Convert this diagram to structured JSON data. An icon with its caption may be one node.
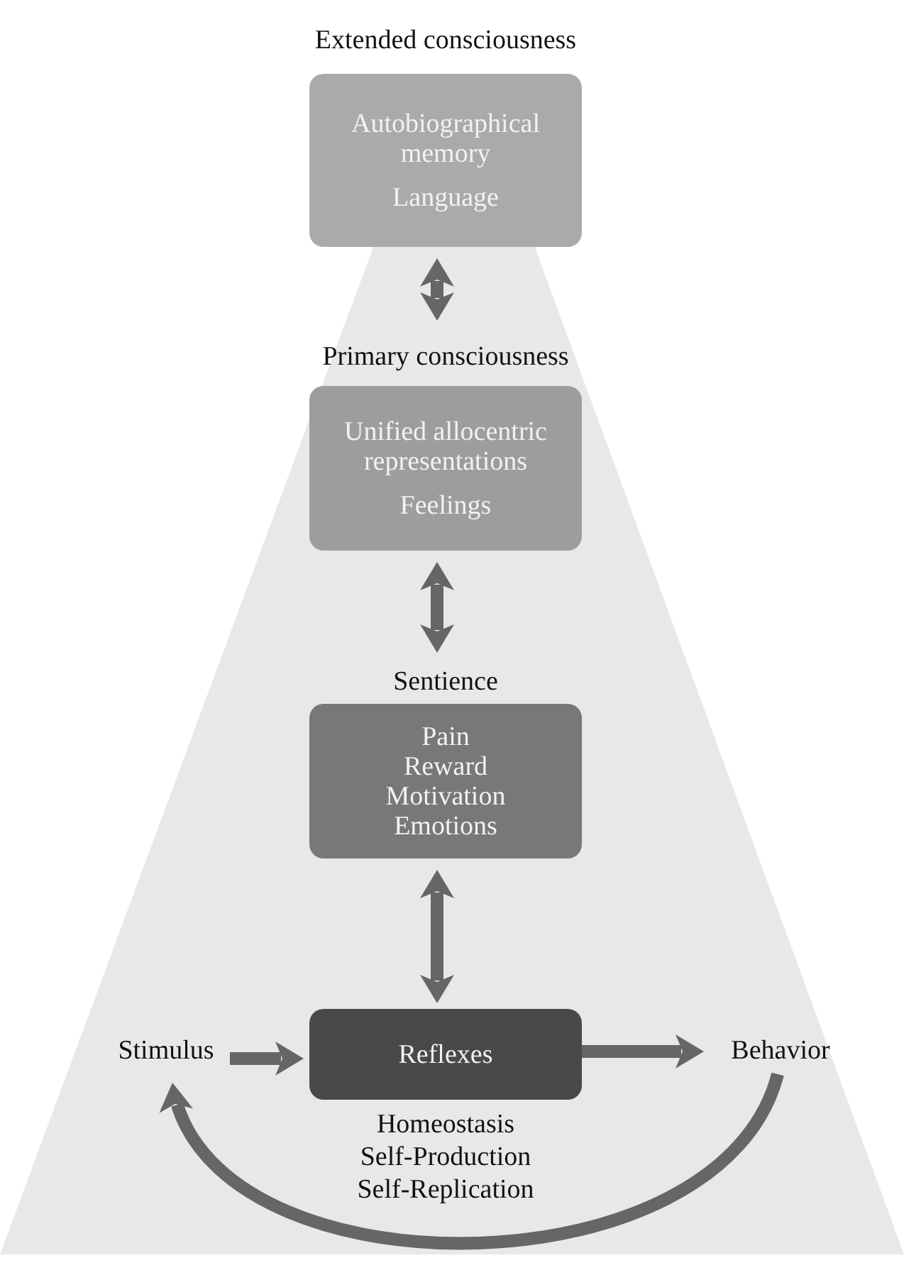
{
  "diagram": {
    "nodes": [
      {
        "text": [
          "Extended consciousness",
          "Autobiographical memory",
          "Language"
        ]
      },
      {
        "text": [
          "Primary consciousness",
          "Unified allocentric representations",
          "Feelings"
        ]
      },
      {
        "text": [
          "Sentience",
          "Pain",
          "Reward",
          "Motivation",
          "Emotions"
        ]
      },
      {
        "text": [
          "Reflexes"
        ],
        "beside": [
          "Homeostasis",
          "Self-Production",
          "Self-Replication"
        ]
      },
      {
        "text": [
          "Stimulus"
        ]
      },
      {
        "text": [
          "Behavior"
        ]
      }
    ],
    "edges": [
      {
        "from": 0,
        "to": 1,
        "arrow": "both"
      },
      {
        "from": 1,
        "to": 2,
        "arrow": "both"
      },
      {
        "from": 2,
        "to": 3,
        "arrow": "both"
      },
      {
        "from": 4,
        "to": 3,
        "arrow": "to"
      },
      {
        "from": 3,
        "to": 5,
        "arrow": "to"
      },
      {
        "from": 5,
        "to": 4,
        "arrow": "to"
      }
    ]
  }
}
